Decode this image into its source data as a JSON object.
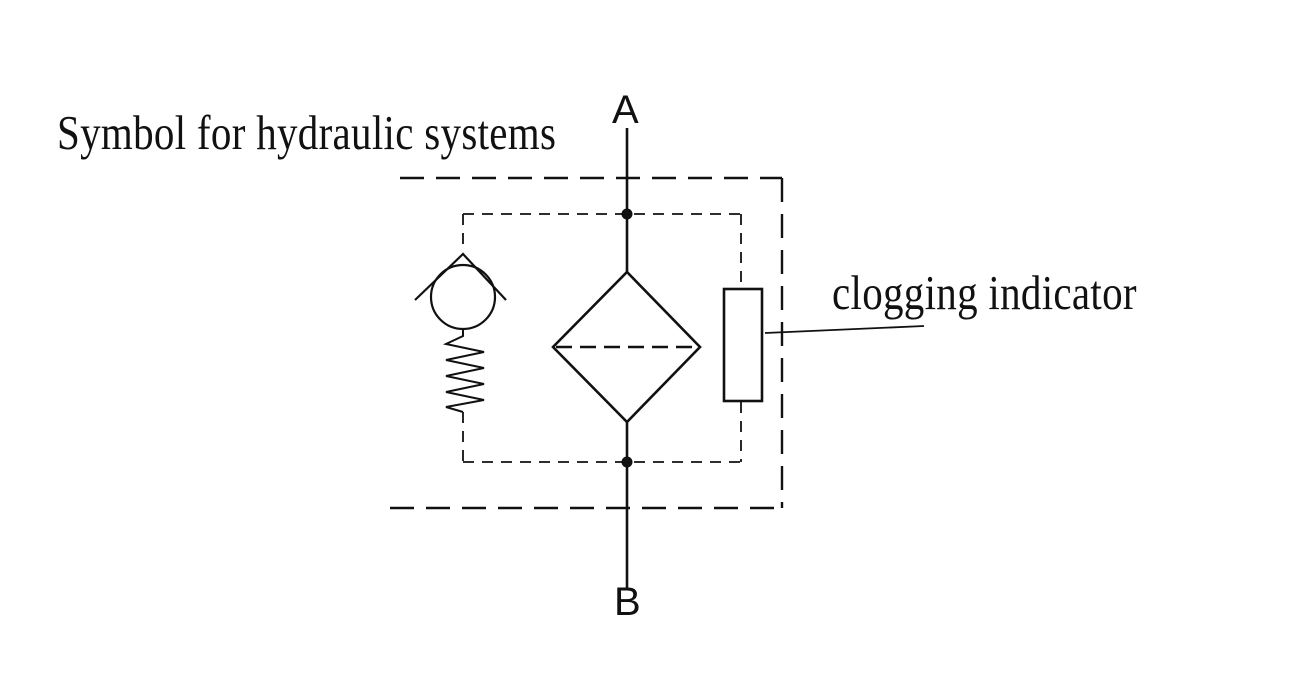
{
  "title": "Symbol for hydraulic systems",
  "ports": {
    "top": "A",
    "bottom": "B"
  },
  "annotations": {
    "indicator": "clogging indicator"
  },
  "components": [
    "filter",
    "check-valve",
    "spring",
    "clogging-indicator"
  ],
  "colors": {
    "ink": "#111111",
    "background": "#ffffff"
  }
}
